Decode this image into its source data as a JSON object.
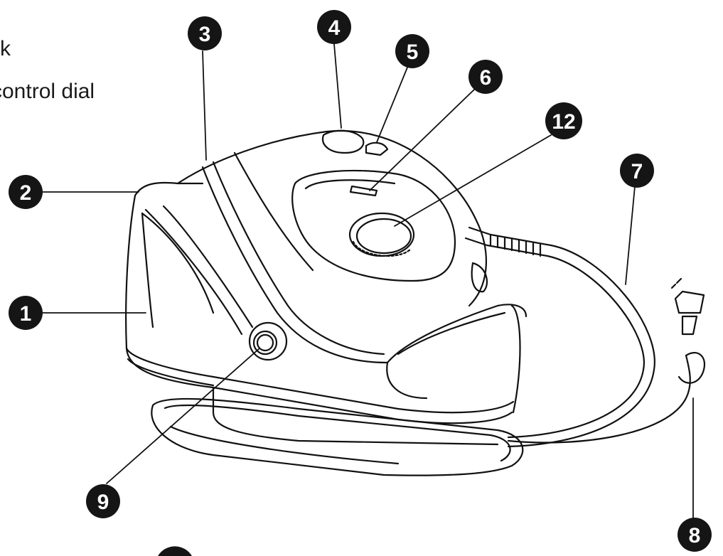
{
  "legend": {
    "line1": "k",
    "line2": "control dial"
  },
  "callouts": [
    {
      "id": "1",
      "label": "1"
    },
    {
      "id": "2",
      "label": "2"
    },
    {
      "id": "3",
      "label": "3"
    },
    {
      "id": "4",
      "label": "4"
    },
    {
      "id": "5",
      "label": "5"
    },
    {
      "id": "6",
      "label": "6"
    },
    {
      "id": "7",
      "label": "7"
    },
    {
      "id": "8",
      "label": "8"
    },
    {
      "id": "9",
      "label": "9"
    },
    {
      "id": "12",
      "label": "12"
    }
  ],
  "colors": {
    "ink": "#111111",
    "badge": "#151515",
    "badge_text": "#ffffff"
  }
}
